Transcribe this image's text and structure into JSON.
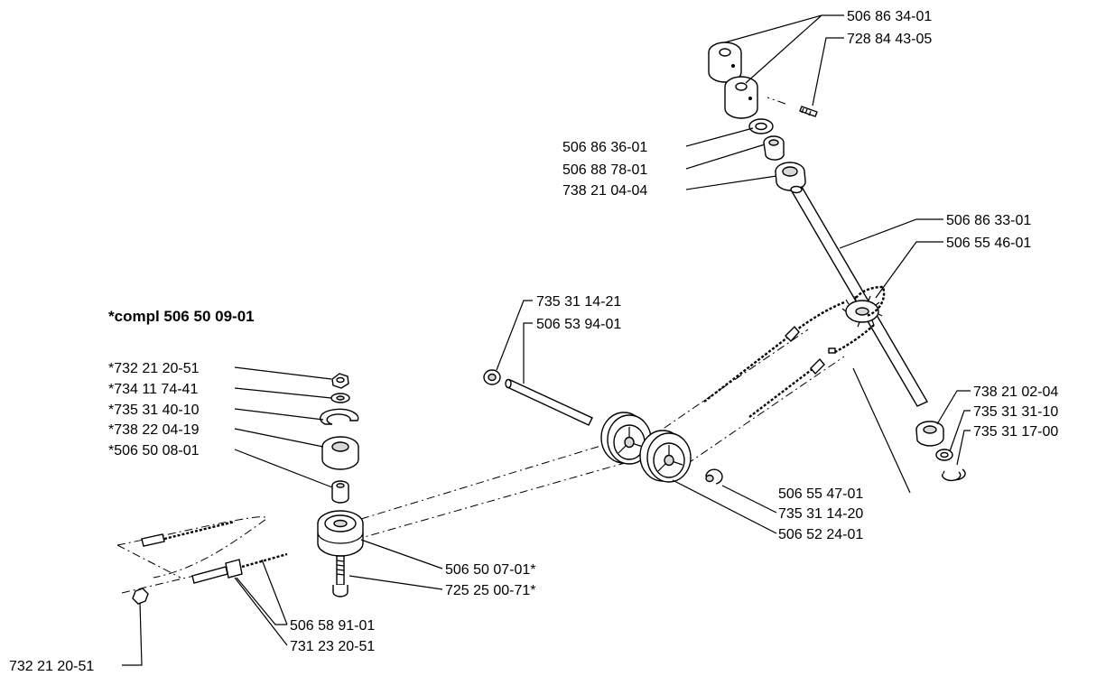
{
  "assembly_note": "*compl 506 50 09-01",
  "labels": {
    "p506863401": "506 86 34-01",
    "p728844305": "728 84 43-05",
    "p506863601": "506 86 36-01",
    "p506887801": "506 88 78-01",
    "p738210404": "738 21 04-04",
    "p506863301": "506 86 33-01",
    "p506554601": "506 55 46-01",
    "p735311421": "735 31 14-21",
    "p506539401": "506 53 94-01",
    "p732212051s": "*732 21 20-51",
    "p734117441s": "*734 11 74-41",
    "p735314010s": "*735 31 40-10",
    "p738220419s": "*738 22 04-19",
    "p506500801s": "*506 50 08-01",
    "p738210204": "738 21 02-04",
    "p735313110": "735 31 31-10",
    "p735311700": "735 31 17-00",
    "p506554701": "506 55 47-01",
    "p735311420": "735 31 14-20",
    "p506522401": "506 52 24-01",
    "p506500701s": "506 50 07-01*",
    "p725250071s": "725 25 00-71*",
    "p506589101": "506 58 91-01",
    "p731232051": "731 23 20-51",
    "p732212051": "732 21 20-51"
  }
}
